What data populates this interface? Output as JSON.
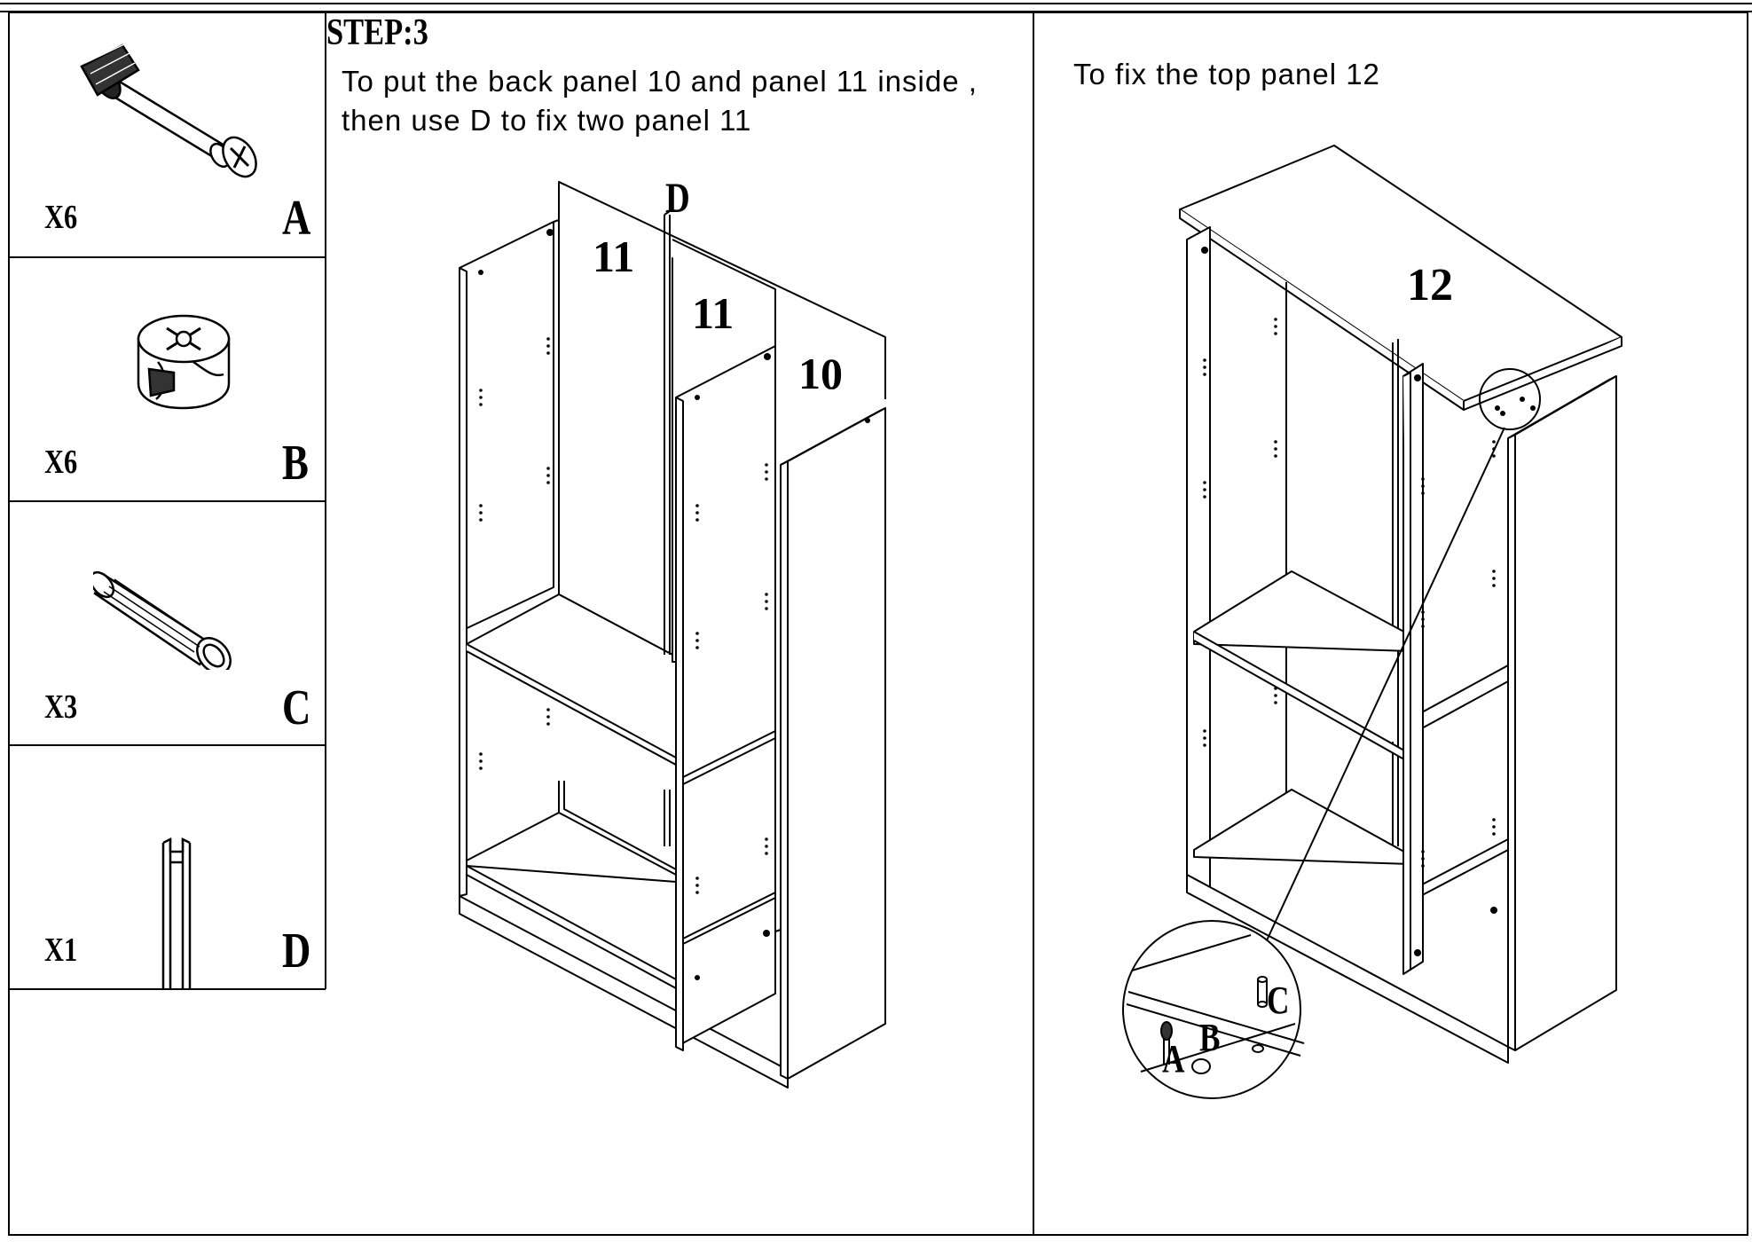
{
  "step_title": "STEP:3",
  "left_instruction": {
    "line1": "To put the back panel 10 and panel 11 inside ,",
    "line2": "then use D to fix two panel 11"
  },
  "right_instruction": "To fix the top panel 12",
  "parts": [
    {
      "qty": "X6",
      "code": "A",
      "icon": "cam-bolt-icon"
    },
    {
      "qty": "X6",
      "code": "B",
      "icon": "cam-lock-nut-icon"
    },
    {
      "qty": "X3",
      "code": "C",
      "icon": "wood-dowel-icon"
    },
    {
      "qty": "X1",
      "code": "D",
      "icon": "h-connector-strip-icon"
    }
  ],
  "left_diagram_labels": {
    "connector": "D",
    "panel_back_left": "11",
    "panel_back_mid": "11",
    "panel_back_right": "10"
  },
  "right_diagram_labels": {
    "top_panel": "12",
    "detail_a": "A",
    "detail_b": "B",
    "detail_c": "C"
  }
}
